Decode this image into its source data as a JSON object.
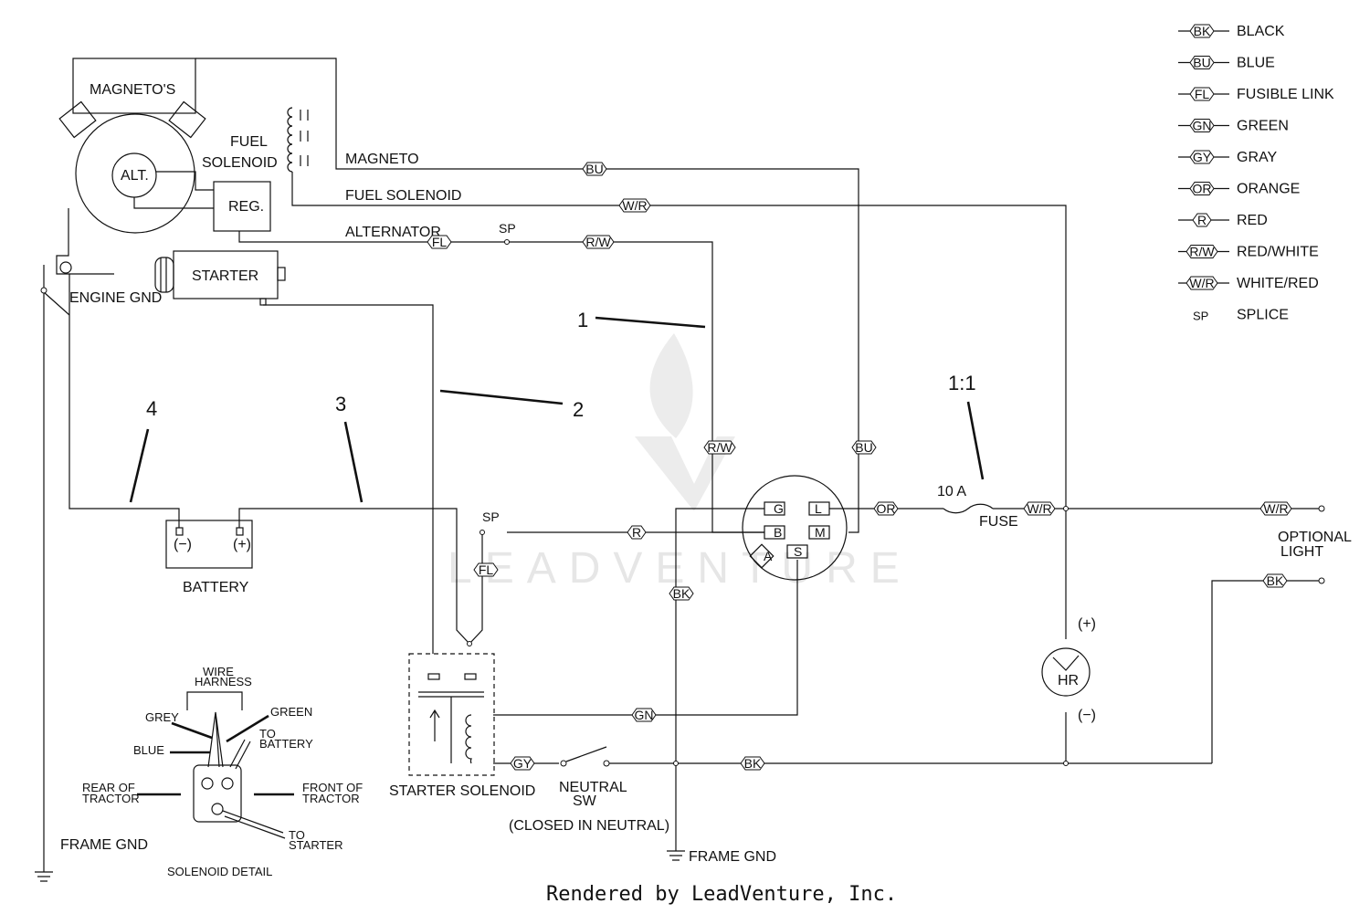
{
  "labels": {
    "magnetos": "MAGNETO'S",
    "alt": "ALT.",
    "reg": "REG.",
    "fuel_solenoid_top": "FUEL\nSOLENOID",
    "starter": "STARTER",
    "engine_gnd": "ENGINE GND",
    "magneto_wire": "MAGNETO",
    "fuel_solenoid_wire": "FUEL SOLENOID",
    "alternator_wire": "ALTERNATOR",
    "battery": "BATTERY",
    "battery_neg": "(−)",
    "battery_pos": "(+)",
    "starter_solenoid": "STARTER SOLENOID",
    "neutral_sw_1": "NEUTRAL",
    "neutral_sw_2": "SW",
    "closed_in_neutral": "(CLOSED IN NEUTRAL)",
    "frame_gnd_left": "FRAME GND",
    "frame_gnd_mid": "FRAME GND",
    "solenoid_detail": "SOLENOID DETAIL",
    "wire_harness_1": "WIRE",
    "wire_harness_2": "HARNESS",
    "grey": "GREY",
    "green": "GREEN",
    "blue": "BLUE",
    "to_battery_1": "TO",
    "to_battery_2": "BATTERY",
    "rear_of_tractor_1": "REAR OF",
    "rear_of_tractor_2": "TRACTOR",
    "front_of_tractor_1": "FRONT OF",
    "front_of_tractor_2": "TRACTOR",
    "to_starter_1": "TO",
    "to_starter_2": "STARTER",
    "fuse": "FUSE",
    "fuse_rating": "10 A",
    "optional_light_1": "OPTIONAL",
    "optional_light_2": "LIGHT",
    "hr": "HR",
    "hr_pos": "(+)",
    "hr_neg": "(−)",
    "switch_g": "G",
    "switch_l": "L",
    "switch_b": "B",
    "switch_m": "M",
    "switch_a": "A",
    "switch_s": "S"
  },
  "callouts": [
    "1",
    "2",
    "3",
    "4",
    "1:1"
  ],
  "wire_tags": {
    "bu_top": "BU",
    "wr_top": "W/R",
    "rw_top": "R/W",
    "fl_top": "FL",
    "sp_top": "SP",
    "rw_mid": "R/W",
    "bu_mid": "BU",
    "or": "OR",
    "wr_fuse": "W/R",
    "wr_light": "W/R",
    "bk_light": "BK",
    "sp_sol": "SP",
    "r": "R",
    "fl_sol": "FL",
    "bk_mid": "BK",
    "gn": "GN",
    "gy": "GY",
    "bk_bottom": "BK"
  },
  "legend": [
    {
      "code": "BK",
      "name": "BLACK"
    },
    {
      "code": "BU",
      "name": "BLUE"
    },
    {
      "code": "FL",
      "name": "FUSIBLE LINK"
    },
    {
      "code": "GN",
      "name": "GREEN"
    },
    {
      "code": "GY",
      "name": "GRAY"
    },
    {
      "code": "OR",
      "name": "ORANGE"
    },
    {
      "code": "R",
      "name": "RED"
    },
    {
      "code": "R/W",
      "name": "RED/WHITE"
    },
    {
      "code": "W/R",
      "name": "WHITE/RED"
    },
    {
      "code": "SP",
      "name": "SPLICE"
    }
  ],
  "watermark": "LEADVENTURE",
  "footer": "Rendered by LeadVenture, Inc."
}
